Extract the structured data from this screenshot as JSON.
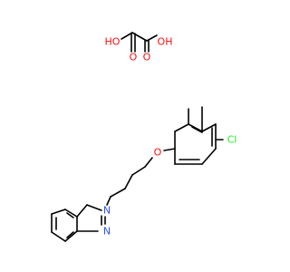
{
  "colors": {
    "background": "#ffffff",
    "bond": "#000000",
    "oxygen": "#ff0d0d",
    "nitrogen": "#3050f8",
    "chlorine": "#1ff01f"
  },
  "atoms": {
    "oxalic_ho_left": "HO",
    "oxalic_oh_right": "OH",
    "oxalic_o_lower_left": "O",
    "oxalic_o_lower_right": "O",
    "chlorine": "Cl",
    "ether_o": "O",
    "n1": "N",
    "n3": "N"
  }
}
